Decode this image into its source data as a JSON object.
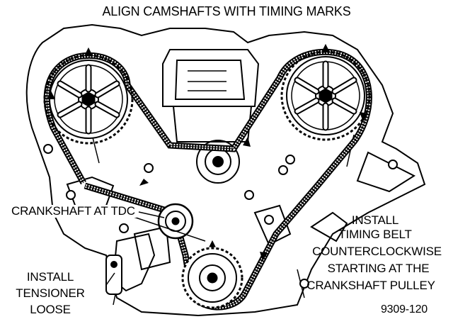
{
  "diagram": {
    "title": "ALIGN CAMSHAFTS WITH TIMING MARKS",
    "crankshaft_label": "CRANKSHAFT AT TDC",
    "install_belt_lines": [
      "INSTALL",
      "TIMING BELT",
      "COUNTERCLOCKWISE",
      "STARTING AT THE",
      "CRANKSHAFT PULLEY"
    ],
    "install_tensioner_lines": [
      "INSTALL",
      "TENSIONER",
      "LOOSE"
    ],
    "figure_number": "9309-120"
  },
  "colors": {
    "ink": "#000000",
    "paper": "#ffffff"
  }
}
